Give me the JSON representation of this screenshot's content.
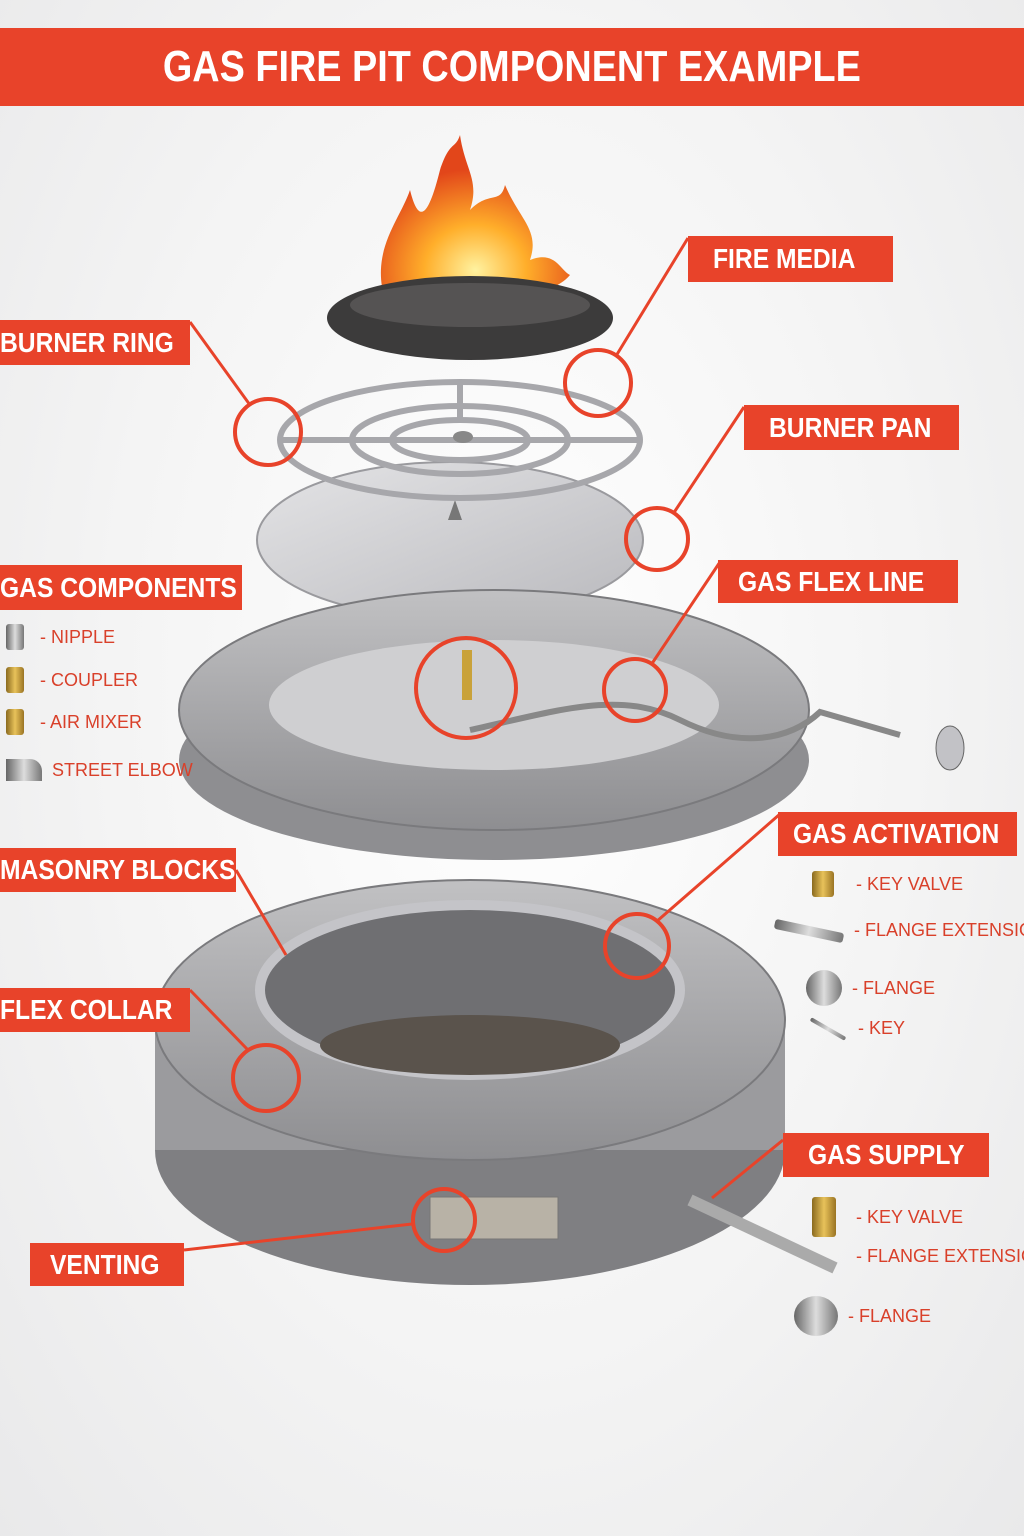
{
  "title": "GAS FIRE PIT COMPONENT EXAMPLE",
  "colors": {
    "accent": "#e8432a",
    "text_on_accent": "#ffffff",
    "stone": "#a9a9ab",
    "steel": "#c8c8cc"
  },
  "labels": {
    "fire_media": "FIRE MEDIA",
    "burner_ring": "BURNER RING",
    "burner_pan": "BURNER PAN",
    "gas_components": "GAS COMPONENTS",
    "gas_flex_line": "GAS FLEX LINE",
    "gas_activation": "GAS ACTIVATION",
    "masonry_blocks": "MASONRY BLOCKS",
    "flex_collar": "FLEX COLLAR",
    "gas_supply": "GAS SUPPLY",
    "venting": "VENTING"
  },
  "gas_components_items": [
    "- NIPPLE",
    "- COUPLER",
    "- AIR MIXER",
    "STREET ELBOW"
  ],
  "gas_activation_items": [
    "- KEY VALVE",
    "- FLANGE EXTENSION",
    "- FLANGE",
    "- KEY"
  ],
  "gas_supply_items": [
    "- KEY VALVE",
    "- FLANGE EXTENSION",
    "- FLANGE"
  ]
}
